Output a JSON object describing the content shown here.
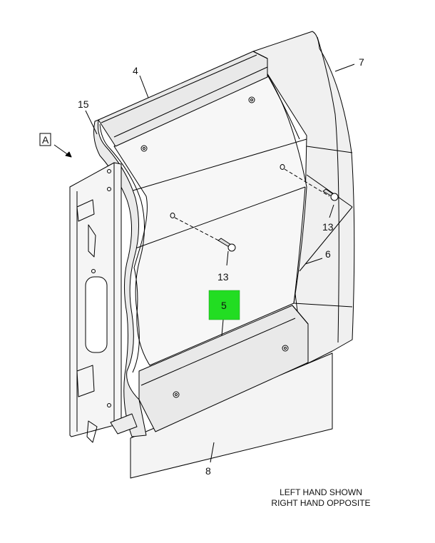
{
  "diagram": {
    "callouts": {
      "c4": "4",
      "c7": "7",
      "c15": "15",
      "c13a": "13",
      "c13b": "13",
      "c6": "6",
      "c5": "5",
      "c8": "8"
    },
    "view_label": "A",
    "note_line1": "LEFT HAND SHOWN",
    "note_line2": "RIGHT HAND OPPOSITE",
    "highlight_color": "#22dd22"
  }
}
